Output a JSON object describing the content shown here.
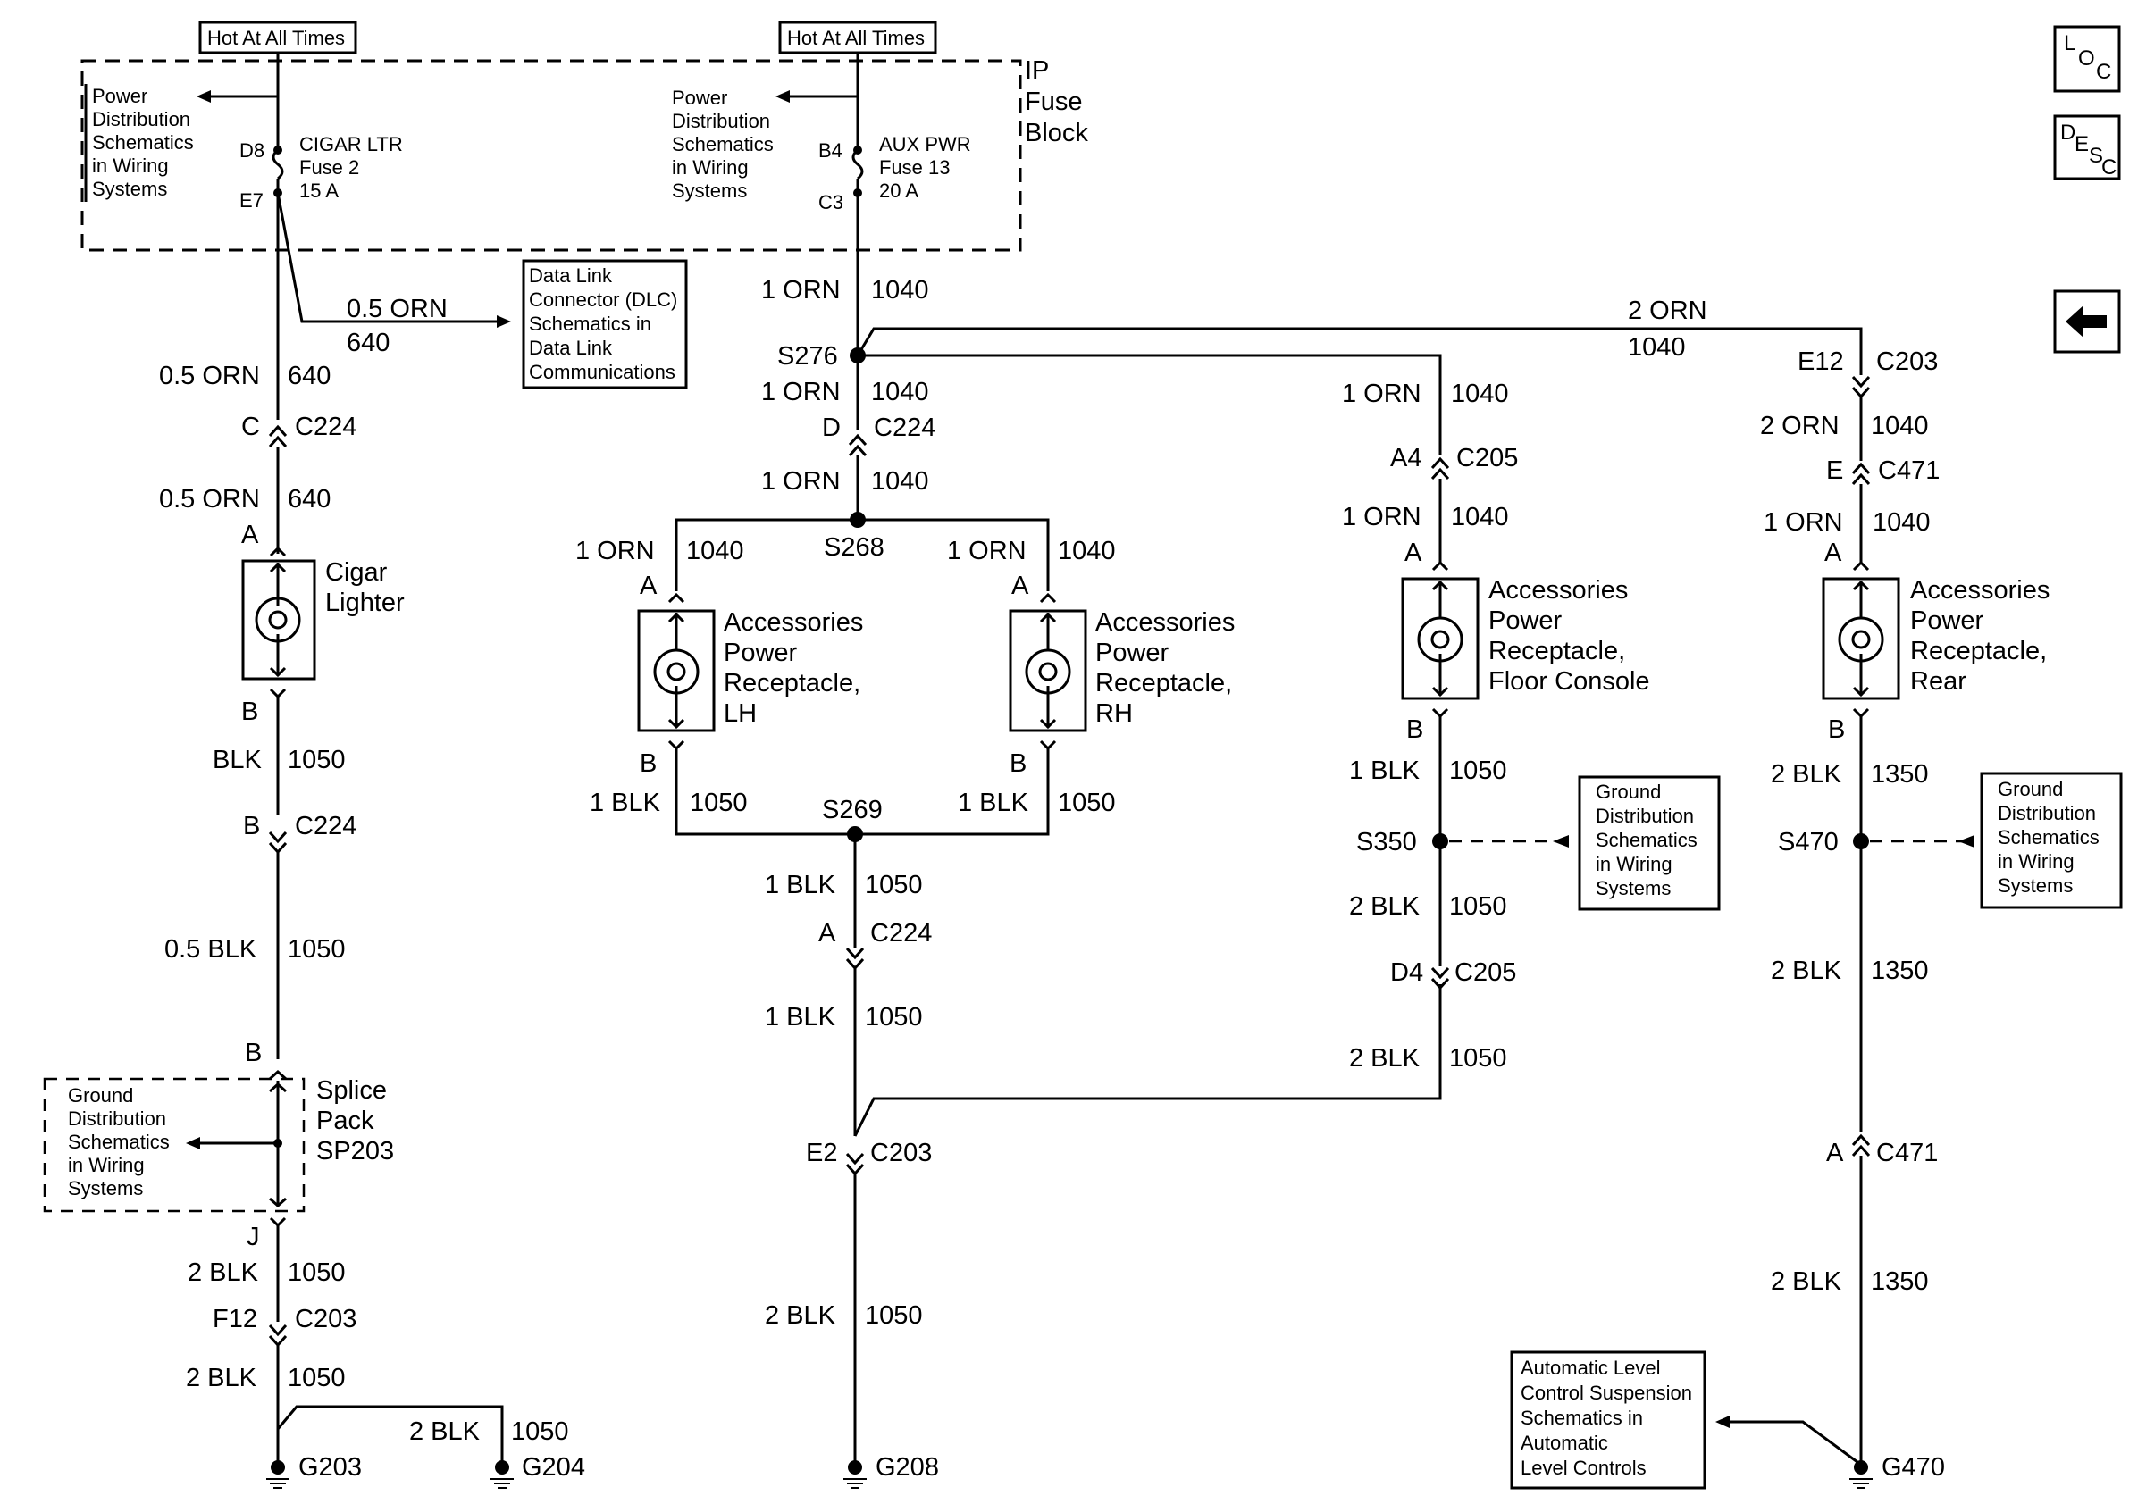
{
  "top": {
    "hot_left": "Hot At All Times",
    "hot_right": "Hot At All Times",
    "fuse_block_label": [
      "IP",
      "Fuse",
      "Block"
    ]
  },
  "power_dist": {
    "left": [
      "Power",
      "Distribution",
      "Schematics",
      "in Wiring",
      "Systems"
    ],
    "right": [
      "Power",
      "Distribution",
      "Schematics",
      "in Wiring",
      "Systems"
    ]
  },
  "fuses": {
    "left": {
      "in_pin": "D8",
      "out_pin": "E7",
      "name": "CIGAR LTR",
      "fuse": "Fuse 2",
      "amp": "15 A"
    },
    "right": {
      "in_pin": "B4",
      "out_pin": "C3",
      "name": "AUX PWR",
      "fuse": "Fuse 13",
      "amp": "20 A"
    }
  },
  "dlc": {
    "box": [
      "Data Link",
      "Connector (DLC)",
      "Schematics in",
      "Data Link",
      "Communications"
    ],
    "wire": "0.5 ORN",
    "circuit": "640"
  },
  "nav": {
    "loc": [
      "L",
      "O",
      "C"
    ],
    "desc": [
      "D",
      "E",
      "S",
      "C"
    ],
    "back": "←"
  },
  "col1": {
    "w1": "0.5 ORN",
    "c1": "640",
    "conn1_pin": "C",
    "conn1": "C224",
    "w2": "0.5 ORN",
    "c2": "640",
    "pin_a": "A",
    "device": [
      "Cigar",
      "Lighter"
    ],
    "pin_b": "B",
    "w3": "BLK",
    "c3": "1050",
    "conn2_pin": "B",
    "conn2": "C224",
    "w4": "0.5 BLK",
    "c4": "1050",
    "sp_pin": "B",
    "splice": [
      "Splice",
      "Pack",
      "SP203"
    ],
    "ground_box": [
      "Ground",
      "Distribution",
      "Schematics",
      "in Wiring",
      "Systems"
    ],
    "sp_out": "J",
    "w5": "2 BLK",
    "c5": "1050",
    "conn3_pin": "F12",
    "conn3": "C203",
    "w6": "2 BLK",
    "c6": "1050",
    "w7": "2 BLK",
    "c7": "1050",
    "g1": "G203",
    "g2": "G204"
  },
  "col2": {
    "w1": "1 ORN",
    "c1": "1040",
    "splice1": "S276",
    "w2": "1 ORN",
    "c2": "1040",
    "conn1_pin": "D",
    "conn1": "C224",
    "w3": "1 ORN",
    "c3": "1040",
    "splice2": "S268",
    "lh": {
      "wire": "1 ORN",
      "circuit": "1040",
      "pin_a": "A",
      "device": [
        "Accessories",
        "Power",
        "Receptacle,",
        "LH"
      ],
      "pin_b": "B",
      "wire_b": "1 BLK",
      "circuit_b": "1050"
    },
    "rh": {
      "wire": "1 ORN",
      "circuit": "1040",
      "pin_a": "A",
      "device": [
        "Accessories",
        "Power",
        "Receptacle,",
        "RH"
      ],
      "pin_b": "B",
      "wire_b": "1 BLK",
      "circuit_b": "1050"
    },
    "splice3": "S269",
    "w4": "1 BLK",
    "c4": "1050",
    "conn2_pin": "A",
    "conn2": "C224",
    "w5": "1 BLK",
    "c5": "1050",
    "conn3_pin": "E2",
    "conn3": "C203",
    "w6": "2 BLK",
    "c6": "1050",
    "ground": "G208"
  },
  "top_branch": {
    "wire": "2 ORN",
    "circuit": "1040"
  },
  "col3": {
    "w1": "1 ORN",
    "c1": "1040",
    "conn1_pin": "A4",
    "conn1": "C205",
    "w2": "1 ORN",
    "c2": "1040",
    "pin_a": "A",
    "device": [
      "Accessories",
      "Power",
      "Receptacle,",
      "Floor Console"
    ],
    "pin_b": "B",
    "w3": "1 BLK",
    "c3": "1050",
    "splice": "S350",
    "ground_box": [
      "Ground",
      "Distribution",
      "Schematics",
      "in Wiring",
      "Systems"
    ],
    "w4": "2 BLK",
    "c4": "1050",
    "conn2_pin": "D4",
    "conn2": "C205",
    "w5": "2 BLK",
    "c5": "1050"
  },
  "col4": {
    "conn0_pin": "E12",
    "conn0": "C203",
    "w1": "2 ORN",
    "c1": "1040",
    "conn1_pin": "E",
    "conn1": "C471",
    "w2": "1 ORN",
    "c2": "1040",
    "pin_a": "A",
    "device": [
      "Accessories",
      "Power",
      "Receptacle,",
      "Rear"
    ],
    "pin_b": "B",
    "w3": "2 BLK",
    "c3": "1350",
    "splice": "S470",
    "ground_box": [
      "Ground",
      "Distribution",
      "Schematics",
      "in Wiring",
      "Systems"
    ],
    "w4": "2 BLK",
    "c4": "1350",
    "conn2_pin": "A",
    "conn2": "C471",
    "w5": "2 BLK",
    "c5": "1350",
    "alc_box": [
      "Automatic Level",
      "Control Suspension",
      "Schematics in",
      "Automatic",
      "Level Controls"
    ],
    "ground": "G470"
  }
}
